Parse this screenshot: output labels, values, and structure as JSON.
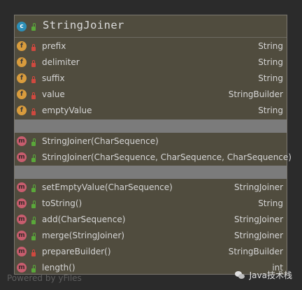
{
  "class_card": {
    "icon": "class-icon",
    "icon_letter": "c",
    "title": "StringJoiner",
    "fields": [
      {
        "letter": "f",
        "name": "prefix",
        "type": "String",
        "access": "private"
      },
      {
        "letter": "f",
        "name": "delimiter",
        "type": "String",
        "access": "private"
      },
      {
        "letter": "f",
        "name": "suffix",
        "type": "String",
        "access": "private"
      },
      {
        "letter": "f",
        "name": "value",
        "type": "StringBuilder",
        "access": "private"
      },
      {
        "letter": "f",
        "name": "emptyValue",
        "type": "String",
        "access": "private"
      }
    ],
    "constructors": [
      {
        "letter": "m",
        "name": "StringJoiner(CharSequence)",
        "type": "",
        "access": "public"
      },
      {
        "letter": "m",
        "name": "StringJoiner(CharSequence, CharSequence, CharSequence)",
        "type": "",
        "access": "public"
      }
    ],
    "methods": [
      {
        "letter": "m",
        "name": "setEmptyValue(CharSequence)",
        "type": "StringJoiner",
        "access": "public"
      },
      {
        "letter": "m",
        "name": "toString()",
        "type": "String",
        "access": "public"
      },
      {
        "letter": "m",
        "name": "add(CharSequence)",
        "type": "StringJoiner",
        "access": "public"
      },
      {
        "letter": "m",
        "name": "merge(StringJoiner)",
        "type": "StringJoiner",
        "access": "public"
      },
      {
        "letter": "m",
        "name": "prepareBuilder()",
        "type": "StringBuilder",
        "access": "private"
      },
      {
        "letter": "m",
        "name": "length()",
        "type": "int",
        "access": "public"
      }
    ]
  },
  "footer": {
    "text": "Powered by yFiles"
  },
  "watermark": {
    "text": "Java技术栈",
    "icon": "wechat-icon"
  },
  "colors": {
    "background": "#2b2b2b",
    "card": "#504c3e",
    "field_icon": "#d99c3d",
    "method_icon": "#c85d6e",
    "private_lock": "#d0493f",
    "public_lock": "#5aa83a",
    "separator": "#7b7b7b"
  }
}
